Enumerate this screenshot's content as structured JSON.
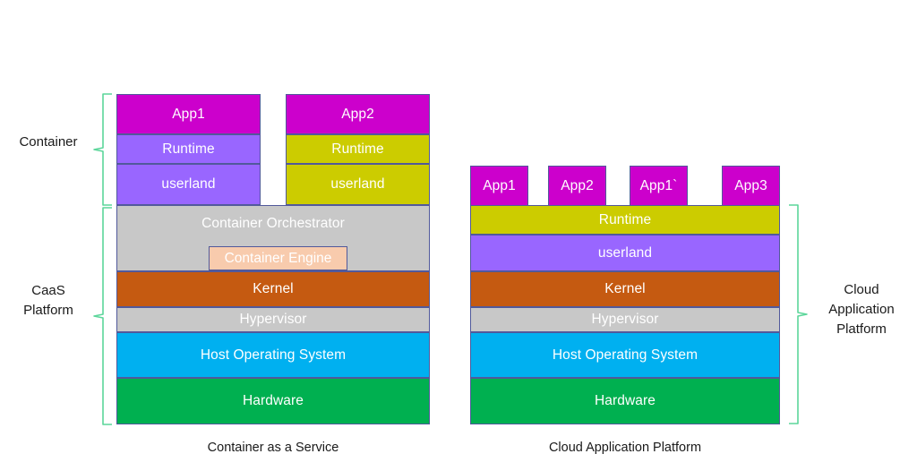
{
  "diagram": {
    "title_not_shown": "",
    "colors": {
      "app_magenta": "#CC00CC",
      "purple": "#9966FF",
      "olive": "#CCCC00",
      "gray": "#C8C8C8",
      "kernel_orange": "#C55A11",
      "blue": "#00B0F0",
      "green": "#00B050",
      "engine_peach": "#F8CBAD",
      "border": "#51599b",
      "bracket_green": "#5BD69A"
    }
  },
  "left_stack": {
    "caption": "Container as a Service",
    "container_a": {
      "app": "App1",
      "runtime": "Runtime",
      "userland": "userland"
    },
    "container_b": {
      "app": "App2",
      "runtime": "Runtime",
      "userland": "userland"
    },
    "platform": {
      "orchestrator": "Container Orchestrator",
      "engine": "Container Engine",
      "kernel": "Kernel",
      "hypervisor": "Hypervisor",
      "host_os": "Host Operating System",
      "hardware": "Hardware"
    }
  },
  "right_stack": {
    "caption": "Cloud Application Platform",
    "apps": [
      "App1",
      "App2",
      "App1`",
      "App3"
    ],
    "layers": {
      "runtime": "Runtime",
      "userland": "userland",
      "kernel": "Kernel",
      "hypervisor": "Hypervisor",
      "host_os": "Host Operating System",
      "hardware": "Hardware"
    }
  },
  "annotations": {
    "left_top": "Container",
    "left_bottom_line1": "CaaS",
    "left_bottom_line2": "Platform",
    "right_line1": "Cloud",
    "right_line2": "Application",
    "right_line3": "Platform"
  }
}
